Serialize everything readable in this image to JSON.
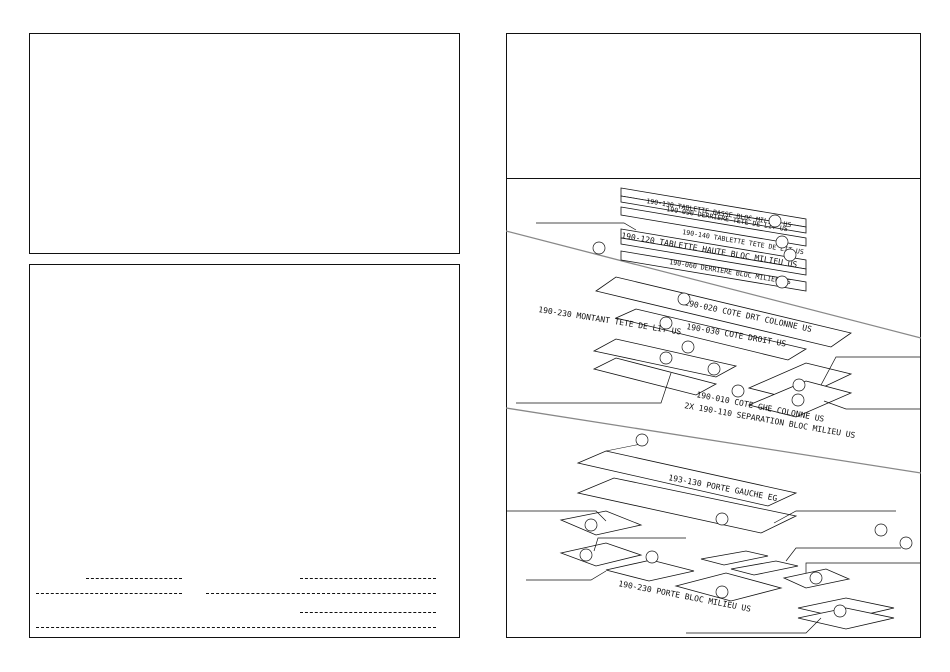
{
  "labels": {
    "tablette_basse": "190-130 TABLETTE BASSE BLOC MILIEU US",
    "derriere_tete": "190-090 DERRIERE TETE DE LIT US",
    "tablette_tete": "190-140 TABLETTE TETE DE LIT US",
    "tablette_haute": "190-120 TABLETTE HAUTE BLOC MILIEU US",
    "derriere_bloc": "190-060 DERRIERE BLOC MILIEU US",
    "cote_drt_colonne": "190-020 COTE DRT COLONNE US",
    "montant_tete": "190-230 MONTANT TETE DE LIT US",
    "cote_droit": "190-030 COTE DROIT US",
    "cote_ghe_colonne": "190-010 COTE GHE COLONNE US",
    "separation": "2X 190-110 SEPARATION BLOC MILIEU US",
    "porte_gauche": "193-130 PORTE GAUCHE EG",
    "porte_bloc": "190-230 PORTE BLOC MILIEU US"
  }
}
